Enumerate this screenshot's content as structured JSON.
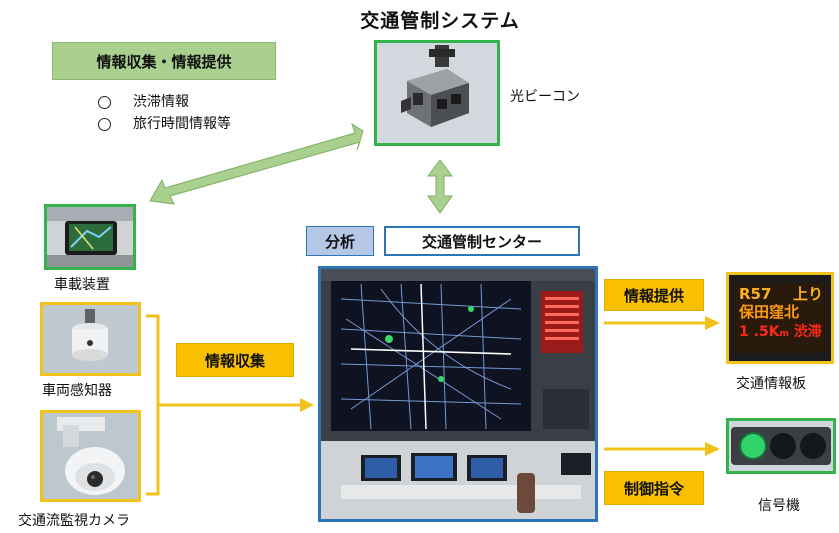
{
  "title": "交通管制システム",
  "info_tag": "情報収集・情報提供",
  "info_items": [
    "渋滞情報",
    "旅行時間情報等"
  ],
  "beacon_label": "光ビーコン",
  "car_device_label": "車載装置",
  "vehicle_sensor_label": "車両感知器",
  "camera_label": "交通流監視カメラ",
  "analysis_tag": "分析",
  "center_tag": "交通管制センター",
  "collect_tag": "情報収集",
  "provide_tag": "情報提供",
  "control_tag": "制御指令",
  "board_label": "交通情報板",
  "signal_label": "信号機",
  "board_text": {
    "line1_left": "R57",
    "line1_right": "上り",
    "line2": "保田窪北",
    "line3_a": "1",
    "line3_b": ".5K",
    "line3_c": "m",
    "line3_d": "渋滞"
  },
  "colors": {
    "green_frame": "#33b34a",
    "yellow_frame": "#f2c21c",
    "blue_frame": "#2e75b6",
    "arrow_green": "#a9d08e",
    "arrow_yellow": "#f2c21c",
    "tag_yellow": "#f8c000",
    "tag_green": "#a9d08e",
    "tag_blue": "#b4c7e7"
  }
}
